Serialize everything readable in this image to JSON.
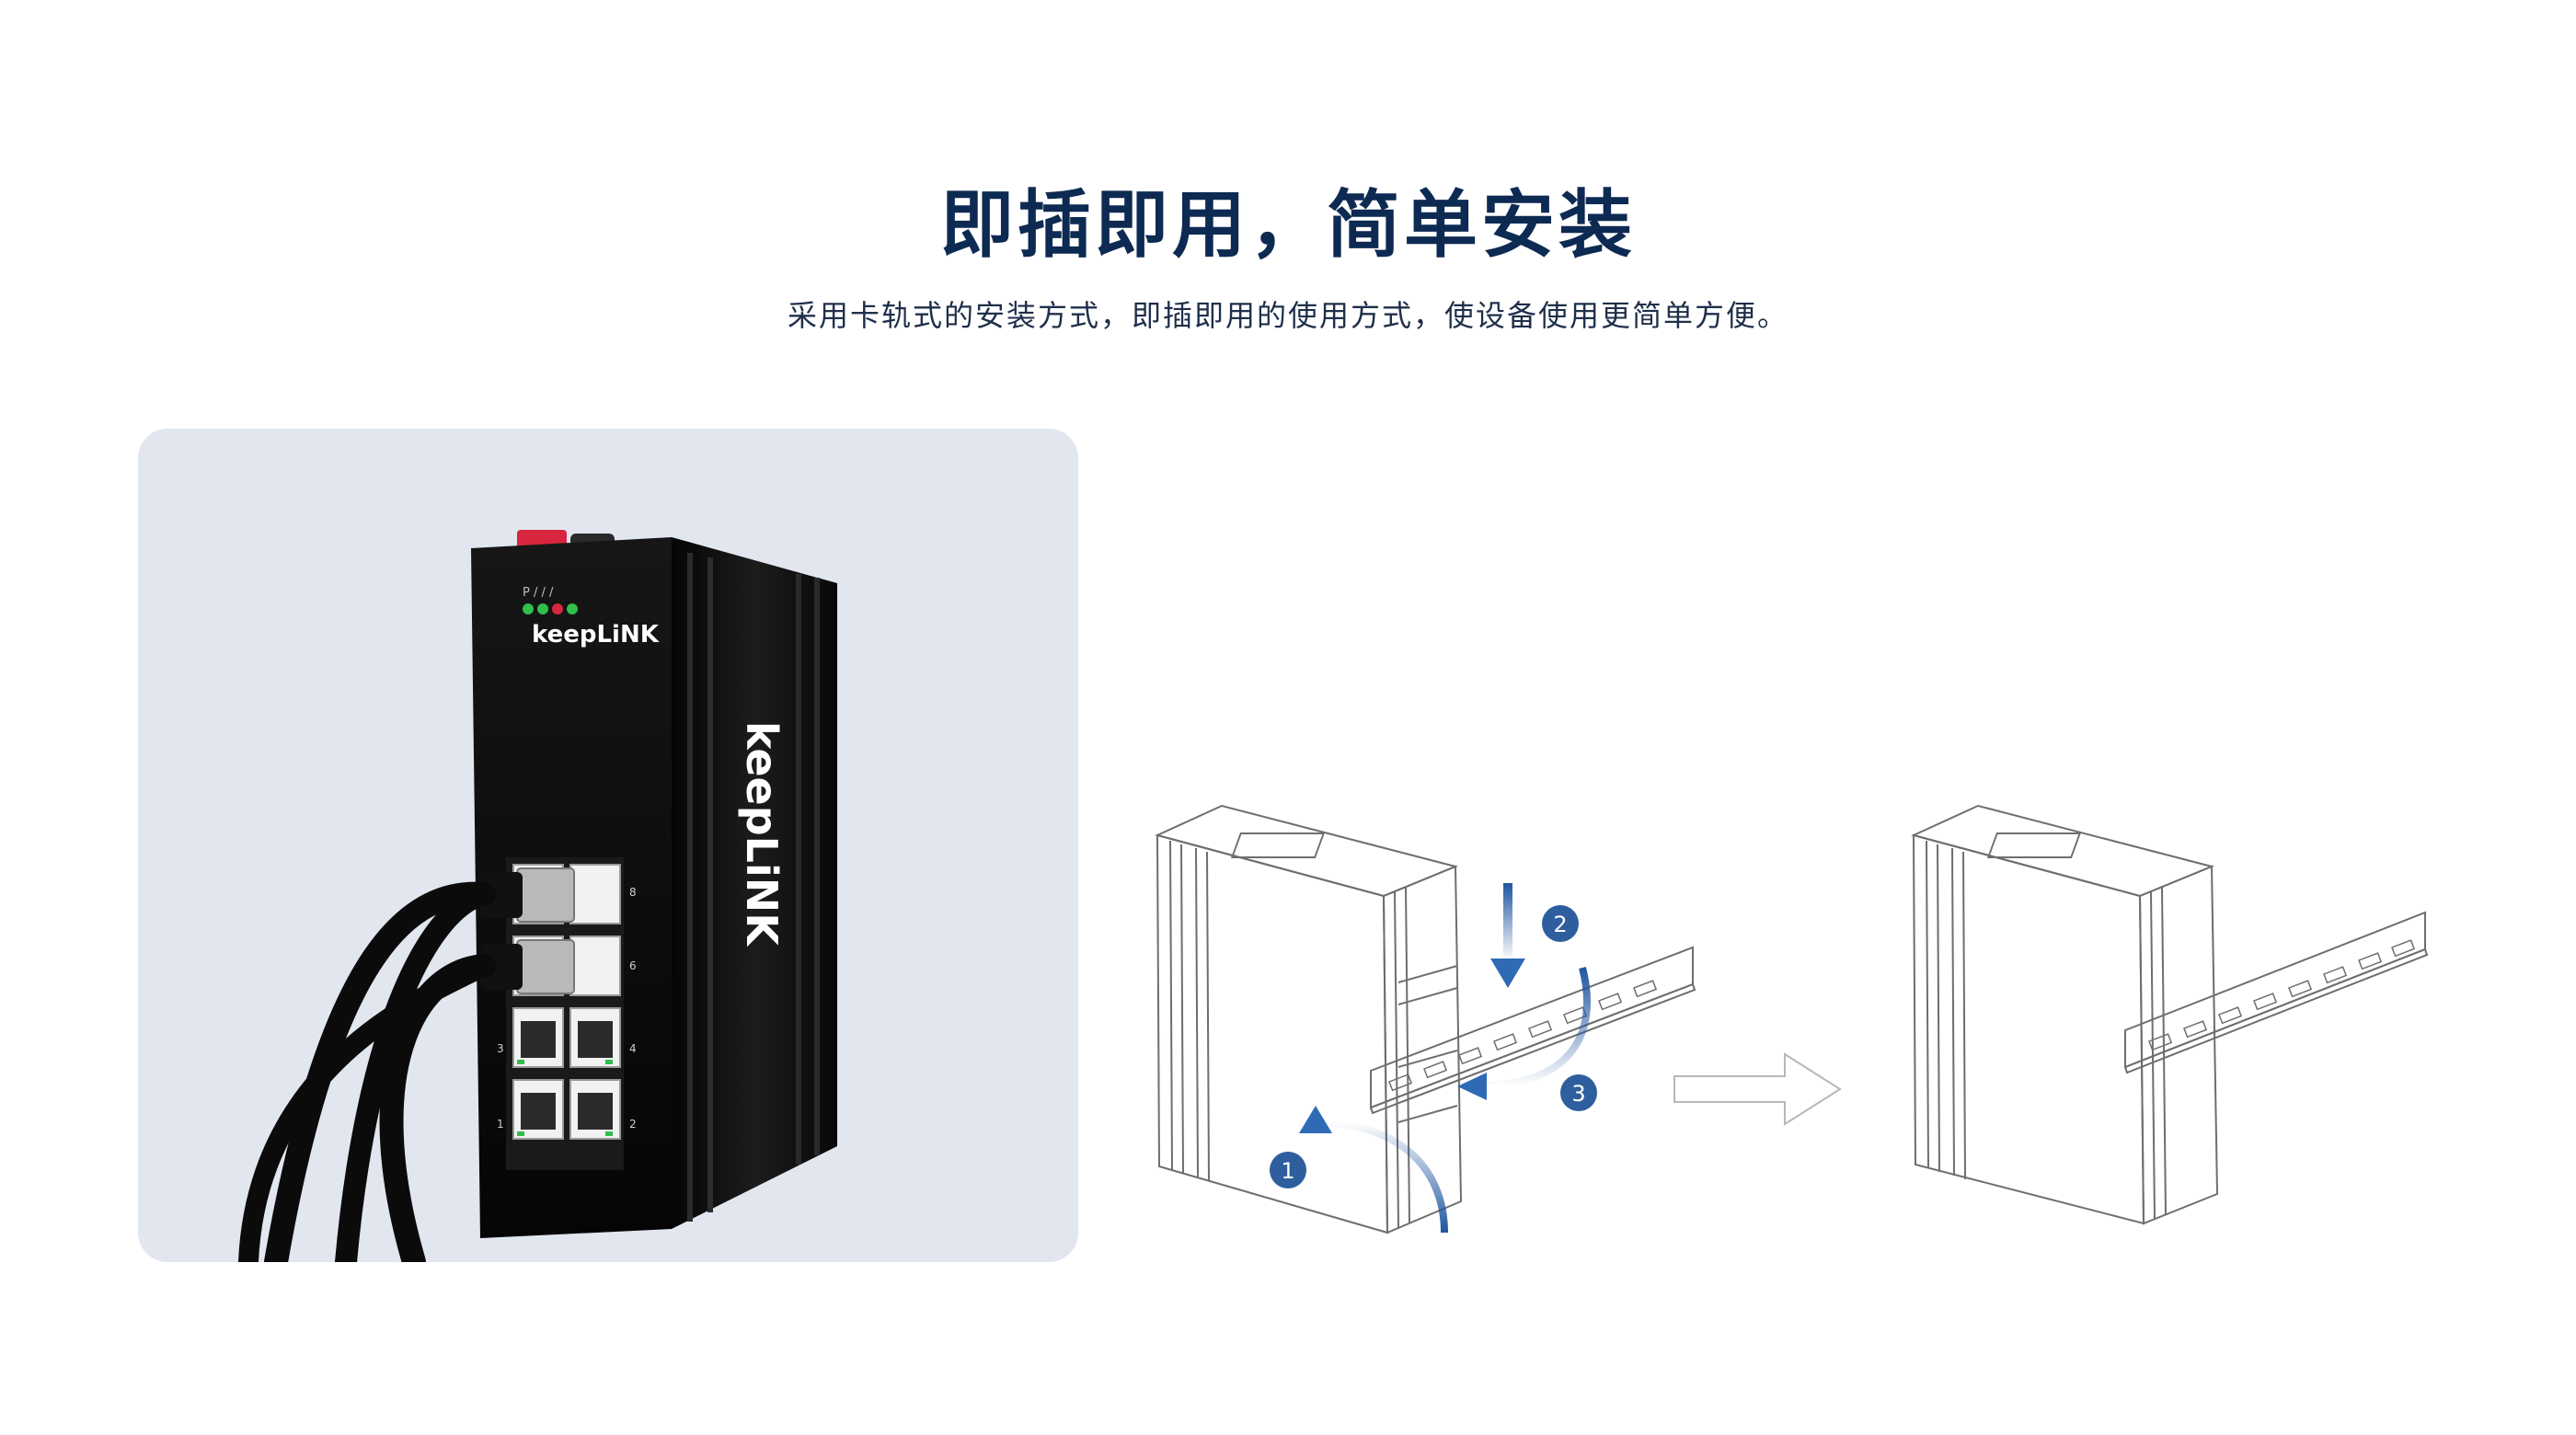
{
  "page": {
    "title": "即插即用，简单安装",
    "subtitle": "采用卡轨式的安装方式，即插即用的使用方式，使设备使用更简单方便。"
  },
  "product": {
    "brand_front": "keepLiNK",
    "brand_side": "keepLiNK",
    "led_labels": "P / / /",
    "port_numbers": [
      "8",
      "6",
      "3",
      "4",
      "1",
      "2"
    ]
  },
  "steps": [
    "1",
    "2",
    "3"
  ],
  "colors": {
    "title": "#0d2a52",
    "card_background": "#e1e6ef",
    "step_badge": "#2f5e9f",
    "arrow_gradient_start": "#1f56a0",
    "device_body": "#0c0c0c",
    "accent_red": "#d7263d"
  },
  "icons": {
    "step_arrows": "curved-arrow-icon",
    "transition": "right-arrow-icon"
  }
}
